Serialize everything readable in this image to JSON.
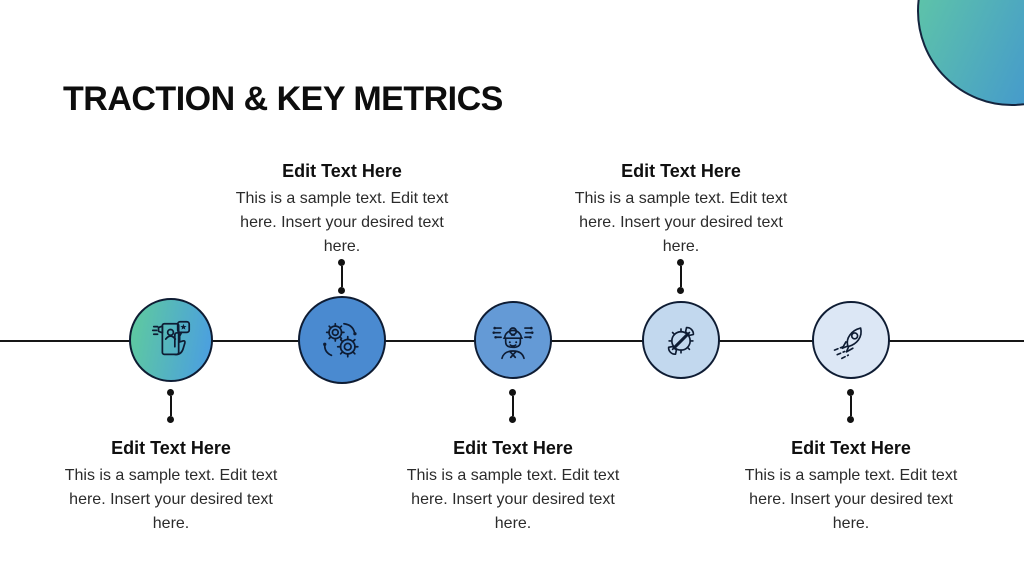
{
  "title": "TRACTION & KEY METRICS",
  "colors": {
    "corner_gradient_start": "#5EC4A8",
    "corner_gradient_end": "#4193D2",
    "timeline_line": "#161616",
    "circle_border": "#0E1C33",
    "milestone1_gradient_start": "#5EC9A0",
    "milestone1_gradient_end": "#4B9FE0",
    "milestone2_fill": "#4A8AD0",
    "milestone3_fill": "#649AD6",
    "milestone4_fill": "#C2D8EE",
    "milestone5_fill": "#DCE7F5"
  },
  "milestones": [
    {
      "heading": "Edit Text Here",
      "body": "This is a sample text. Edit text here. Insert your desired text here.",
      "icon": "social-media-phone-icon",
      "label_position": "below"
    },
    {
      "heading": "Edit Text Here",
      "body": "This is a sample text. Edit text here. Insert your desired text here.",
      "icon": "gears-process-icon",
      "label_position": "above"
    },
    {
      "heading": "Edit Text Here",
      "body": "This is a sample text. Edit text here. Insert your desired text here.",
      "icon": "thinking-head-bulb-icon",
      "label_position": "below"
    },
    {
      "heading": "Edit Text Here",
      "body": "This is a sample text. Edit text here. Insert your desired text here.",
      "icon": "wrench-gear-icon",
      "label_position": "above"
    },
    {
      "heading": "Edit Text Here",
      "body": "This is a sample text. Edit text here. Insert your desired text here.",
      "icon": "rocket-launch-icon",
      "label_position": "below"
    }
  ]
}
